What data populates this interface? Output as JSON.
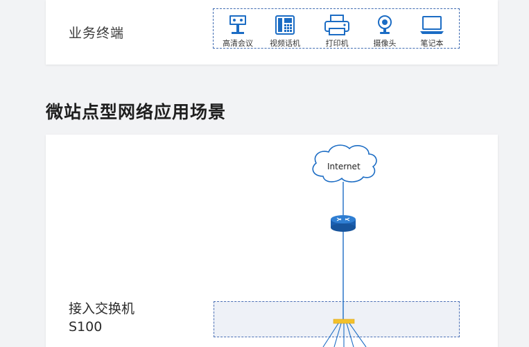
{
  "business_terminals": {
    "label": "业务终端",
    "items": [
      {
        "label": "高清会议",
        "icon": "video-conference-icon"
      },
      {
        "label": "视频话机",
        "icon": "video-phone-icon"
      },
      {
        "label": "打印机",
        "icon": "printer-icon"
      },
      {
        "label": "摄像头",
        "icon": "camera-icon"
      },
      {
        "label": "笔记本",
        "icon": "laptop-icon"
      }
    ]
  },
  "section": {
    "title": "微站点型网络应用场景"
  },
  "diagram": {
    "internet_label": "Internet",
    "router_icon": "router-icon",
    "switch_label_line1": "接入交换机",
    "switch_label_line2": "S100",
    "colors": {
      "accent_blue": "#1b6cc4",
      "dashed_border": "#3f6bb1",
      "switch_yellow": "#f3c12c"
    }
  }
}
